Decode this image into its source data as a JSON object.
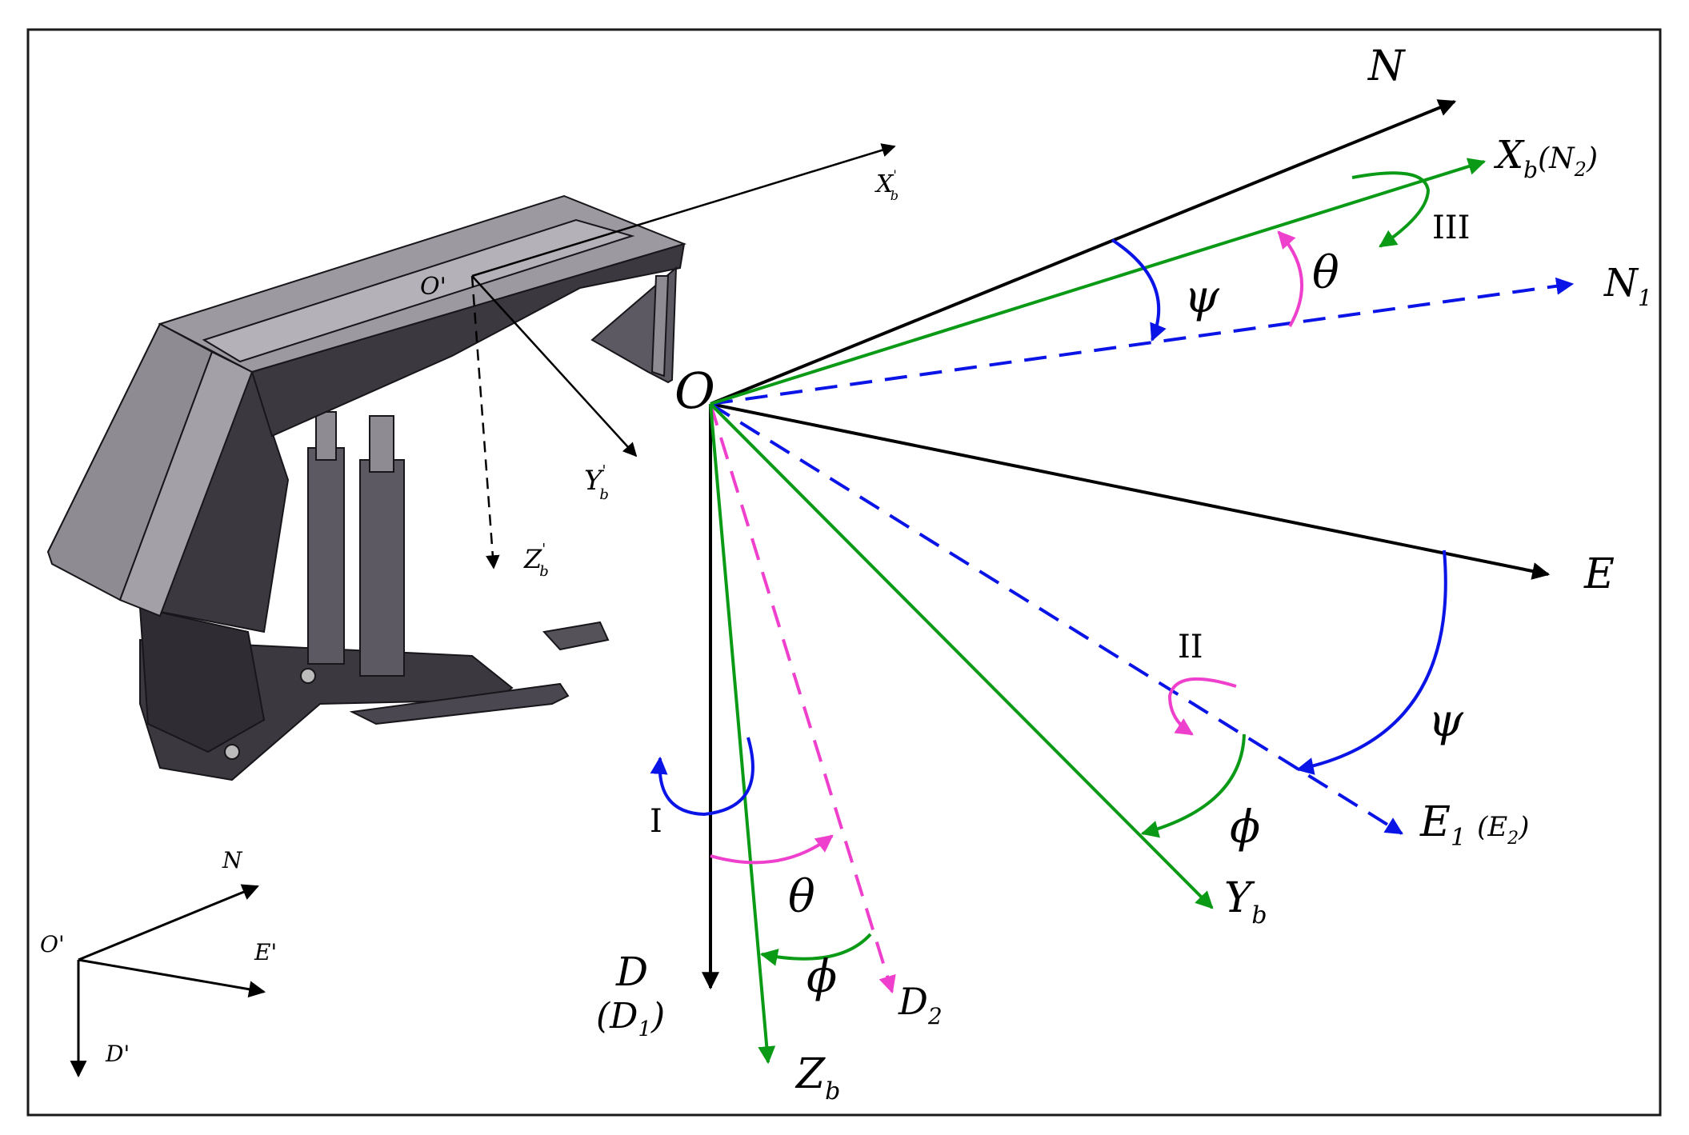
{
  "colors": {
    "frame": "#1a1a1a",
    "black_axis": "#000000",
    "blue": "#0a14e6",
    "green": "#0a9a16",
    "magenta": "#ee40cc",
    "support_body": "#3b3840",
    "support_face": "#8e8c92",
    "support_edge": "#18161a"
  },
  "labels": {
    "origin": "O",
    "north": "N",
    "east": "E",
    "down": "D",
    "down_paren": "(D",
    "down_sub": "1",
    "down_close": ")",
    "n1": "N",
    "n1_sub": "1",
    "xb": "X",
    "xb_sub": "b",
    "xb_paren": "(N",
    "xb_paren_sub": "2",
    "xb_close": ")",
    "yb": "Y",
    "yb_sub": "b",
    "zb": "Z",
    "zb_sub": "b",
    "d2": "D",
    "d2_sub": "2",
    "e1": "E",
    "e1_sub": "1",
    "e1_paren": "(E",
    "e1_paren_sub": "2",
    "e1_close": ")",
    "psi": "ψ",
    "theta": "θ",
    "phi": "ϕ",
    "rot_1": "I",
    "rot_2": "II",
    "rot_3": "III",
    "support_origin": "O'",
    "support_x": "X",
    "support_x_sub": "b",
    "support_x_prime": "'",
    "support_y": "Y",
    "support_y_sub": "b",
    "support_y_prime": "'",
    "support_z": "Z",
    "support_z_sub": "b",
    "support_z_prime": "'",
    "ref_origin": "O'",
    "ref_north": "N",
    "ref_east": "E'",
    "ref_down": "D'"
  }
}
